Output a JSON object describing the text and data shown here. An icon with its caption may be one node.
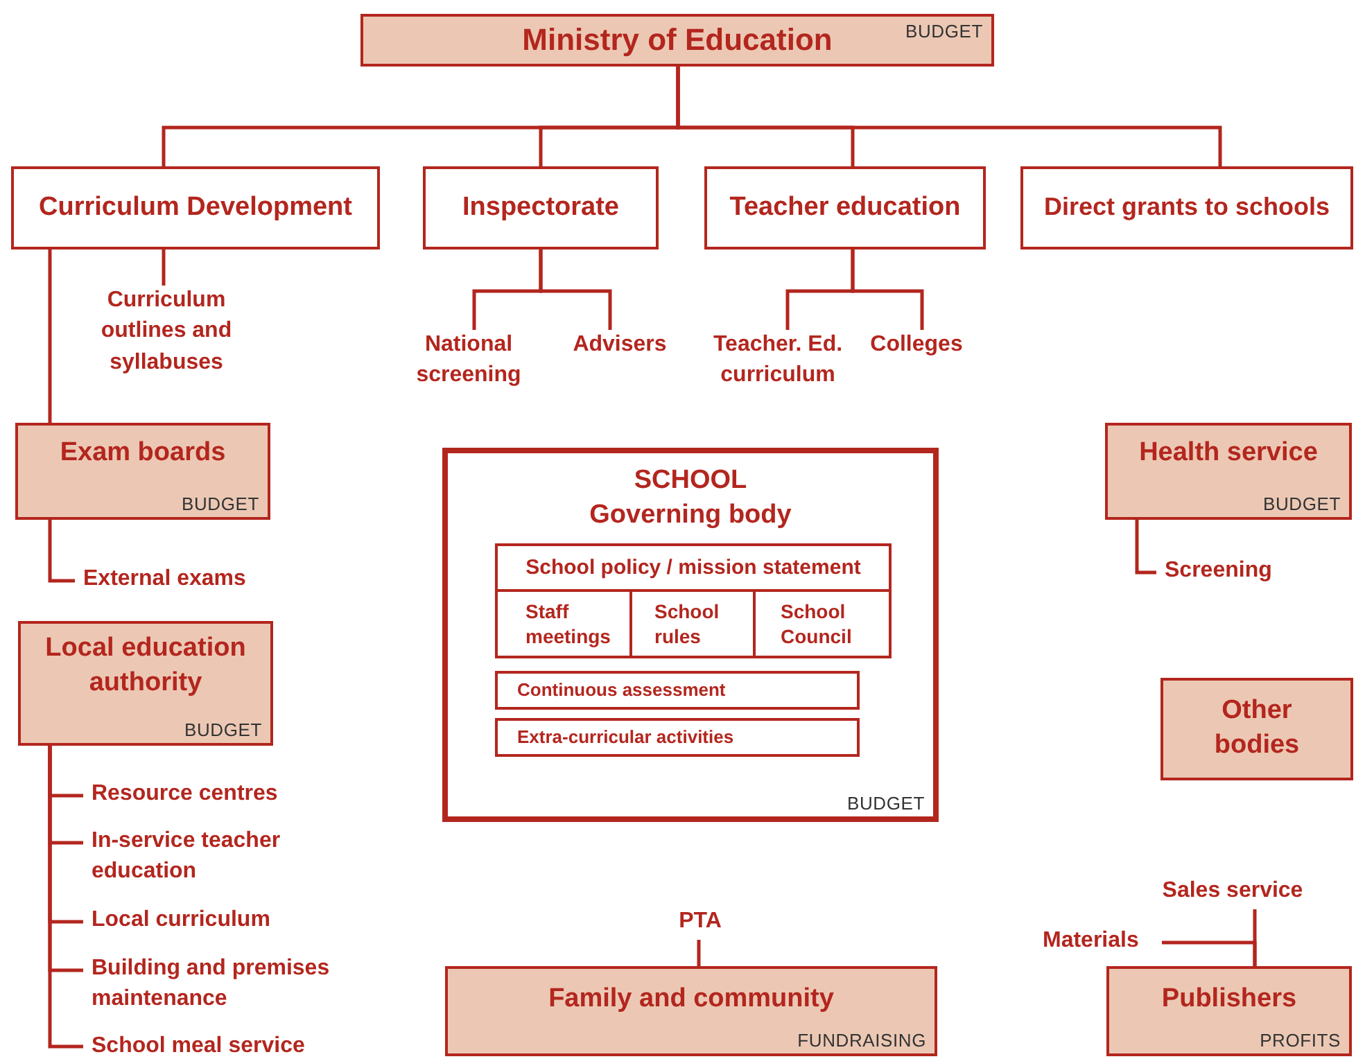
{
  "diagram": {
    "nodes": [
      {
        "text": [
          "Ministry of Education",
          "BUDGET"
        ]
      },
      {
        "text": [
          "Curriculum Development"
        ]
      },
      {
        "text": [
          "Inspectorate"
        ]
      },
      {
        "text": [
          "Teacher education"
        ]
      },
      {
        "text": [
          "Direct grants to schools"
        ]
      },
      {
        "text": [
          "Curriculum outlines and syllabuses"
        ]
      },
      {
        "text": [
          "National screening"
        ]
      },
      {
        "text": [
          "Advisers"
        ]
      },
      {
        "text": [
          "Teacher. Ed. curriculum"
        ]
      },
      {
        "text": [
          "Colleges"
        ]
      },
      {
        "text": [
          "Exam boards",
          "BUDGET"
        ]
      },
      {
        "text": [
          "External exams"
        ]
      },
      {
        "text": [
          "Local education authority",
          "BUDGET"
        ]
      },
      {
        "text": [
          "Resource centres"
        ]
      },
      {
        "text": [
          "In-service teacher education"
        ]
      },
      {
        "text": [
          "Local curriculum"
        ]
      },
      {
        "text": [
          "Building and premises maintenance"
        ]
      },
      {
        "text": [
          "School meal service"
        ]
      },
      {
        "text": [
          "SCHOOL Governing body",
          "BUDGET"
        ]
      },
      {
        "text": [
          "School policy / mission statement"
        ],
        "in": 18
      },
      {
        "text": [
          "Staff meetings"
        ],
        "in": 18
      },
      {
        "text": [
          "School rules"
        ],
        "in": 18
      },
      {
        "text": [
          "School Council"
        ],
        "in": 18
      },
      {
        "text": [
          "Continuous assessment"
        ],
        "in": 18
      },
      {
        "text": [
          "Extra-curricular activities"
        ],
        "in": 18
      },
      {
        "text": [
          "Health service",
          "BUDGET"
        ]
      },
      {
        "text": [
          "Screening"
        ]
      },
      {
        "text": [
          "Other bodies"
        ]
      },
      {
        "text": [
          "PTA"
        ]
      },
      {
        "text": [
          "Family and community",
          "FUNDRAISING"
        ]
      },
      {
        "text": [
          "Sales service"
        ]
      },
      {
        "text": [
          "Materials"
        ]
      },
      {
        "text": [
          "Publishers",
          "PROFITS"
        ]
      }
    ],
    "edges": [
      {
        "from": 0,
        "to": 1,
        "arrow": "none"
      },
      {
        "from": 0,
        "to": 2,
        "arrow": "none"
      },
      {
        "from": 0,
        "to": 3,
        "arrow": "none"
      },
      {
        "from": 0,
        "to": 4,
        "arrow": "none"
      },
      {
        "from": 1,
        "to": 5,
        "arrow": "none"
      },
      {
        "from": 1,
        "to": 10,
        "arrow": "none"
      },
      {
        "from": 2,
        "to": 6,
        "arrow": "none"
      },
      {
        "from": 2,
        "to": 7,
        "arrow": "none"
      },
      {
        "from": 3,
        "to": 8,
        "arrow": "none"
      },
      {
        "from": 3,
        "to": 9,
        "arrow": "none"
      },
      {
        "from": 10,
        "to": 11,
        "arrow": "none"
      },
      {
        "from": 12,
        "to": 13,
        "arrow": "none"
      },
      {
        "from": 12,
        "to": 14,
        "arrow": "none"
      },
      {
        "from": 12,
        "to": 15,
        "arrow": "none"
      },
      {
        "from": 12,
        "to": 16,
        "arrow": "none"
      },
      {
        "from": 12,
        "to": 17,
        "arrow": "none"
      },
      {
        "from": 25,
        "to": 26,
        "arrow": "none"
      },
      {
        "from": 29,
        "to": 28,
        "arrow": "none"
      },
      {
        "from": 32,
        "to": 30,
        "arrow": "none"
      },
      {
        "from": 32,
        "to": 31,
        "arrow": "none"
      }
    ]
  }
}
